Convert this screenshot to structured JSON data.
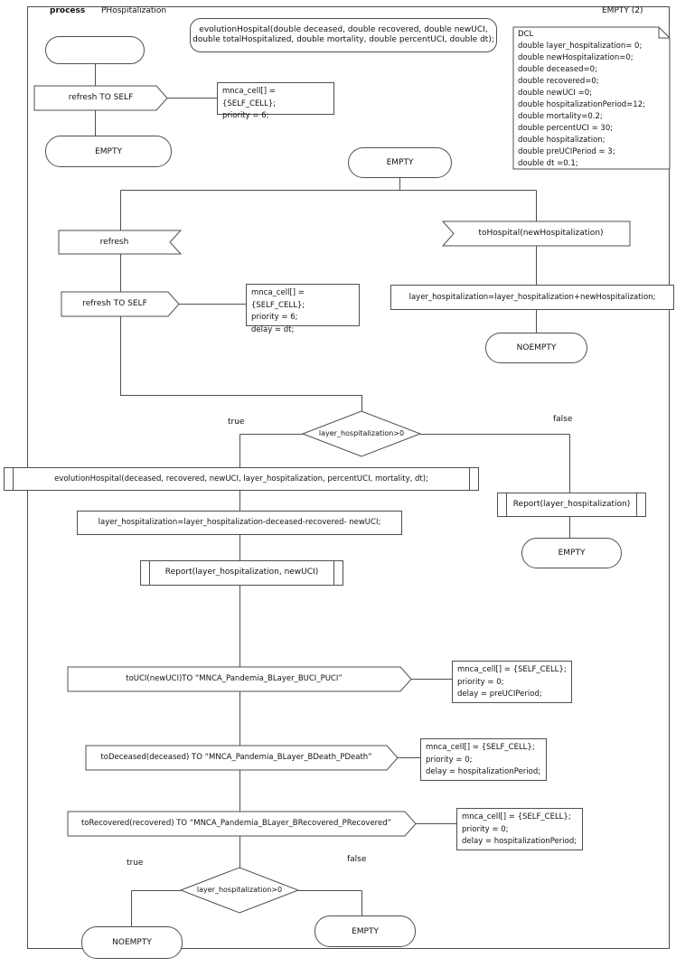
{
  "header": {
    "process_label": "process",
    "process_name": "PHospitalization",
    "empty_count_label": "EMPTY (2)"
  },
  "notes": {
    "signature": "evolutionHospital(double deceased, double recovered, double newUCI,\ndouble totalHospitalized, double mortality, double percentUCI, double dt);",
    "dcl": "DCL\ndouble layer_hospitalization= 0;\ndouble newHospitalization=0;\ndouble deceased=0;\ndouble recovered=0;\ndouble newUCI =0;\ndouble hospitalizationPeriod=12;\ndouble mortality=0.2;\ndouble percentUCI = 30;\ndouble hospitalization;\ndouble preUCIPeriod = 3;\ndouble dt =0.1;",
    "priority6": "mnca_cell[] = {SELF_CELL};\npriority = 6;",
    "priority6_dt": "mnca_cell[] = {SELF_CELL};\npriority = 6;\ndelay = dt;",
    "preuci": "mnca_cell[] = {SELF_CELL};\npriority = 0;\ndelay = preUCIPeriod;",
    "hosp_delay_1": "mnca_cell[] = {SELF_CELL};\npriority = 0;\ndelay = hospitalizationPeriod;",
    "hosp_delay_2": "mnca_cell[] = {SELF_CELL};\npriority = 0;\ndelay = hospitalizationPeriod;"
  },
  "shapes": {
    "refresh_to_self_1": "refresh TO SELF",
    "empty_state_1": "EMPTY",
    "empty_state_main": "EMPTY",
    "refresh_receive": "refresh",
    "refresh_to_self_2": "refresh TO SELF",
    "tohospital_receive": "toHospital(newHospitalization)",
    "assign_add": "layer_hospitalization=layer_hospitalization+newHospitalization;",
    "noempty_state_1": "NOEMPTY",
    "decision_1": "layer_hospitalization>0",
    "decision_1_true": "true",
    "decision_1_false": "false",
    "evolution_call": "evolutionHospital(deceased, recovered, newUCI, layer_hospitalization, percentUCI, mortality, dt);",
    "assign_subtract": "layer_hospitalization=layer_hospitalization-deceased-recovered- newUCI;",
    "report_call_1": "Report(layer_hospitalization, newUCI)",
    "touci_send": "toUCI(newUCI)TO “MNCA_Pandemia_BLayer_BUCI_PUCI”",
    "todeceased_send": "toDeceased(deceased) TO “MNCA_Pandemia_BLayer_BDeath_PDeath”",
    "torecovered_send": "toRecovered(recovered) TO “MNCA_Pandemia_BLayer_BRecovered_PRecovered”",
    "decision_2": "layer_hospitalization>0",
    "decision_2_true": "true",
    "decision_2_false": "false",
    "report_call_2": "Report(layer_hospitalization)",
    "empty_state_false": "EMPTY",
    "noempty_state_2": "NOEMPTY",
    "empty_state_end": "EMPTY"
  }
}
